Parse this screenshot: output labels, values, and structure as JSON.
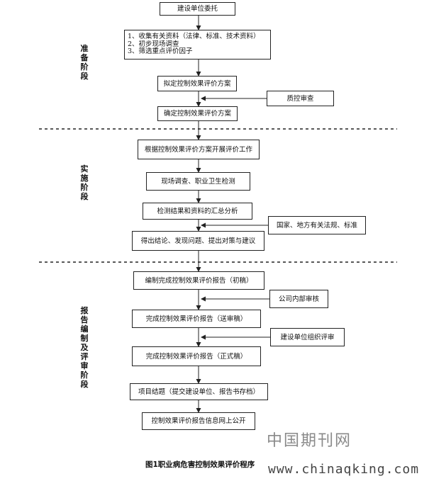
{
  "stages": {
    "prep": "准备阶段",
    "impl": "实施阶段",
    "report": "报告编制及评审阶段"
  },
  "boxes": {
    "entrust": "建设单位委托",
    "collect": [
      "1、收集有关资料（法律、标准、技术资料）",
      "2、初步现场调查",
      "3、筛选重点评价因子"
    ],
    "draft_plan": "拟定控制效果评价方案",
    "qc_review": "质控审查",
    "final_plan": "确定控制效果评价方案",
    "execute": "根据控制效果评价方案开展评价工作",
    "field_survey": "现场调查、职业卫生检测",
    "summary": "检测结果和资料的汇总分析",
    "regulations": "国家、地方有关法规、标准",
    "conclusion": "得出结论、发现问题、提出对策与建议",
    "draft_report": "编制完成控制效果评价报告（初稿）",
    "internal_review": "公司内部审核",
    "review_report": "完成控制效果评价报告（送审稿）",
    "org_review": "建设单位组织评审",
    "formal_report": "完成控制效果评价报告（正式稿）",
    "closure": "项目结题（提交建设单位、报告书存档）",
    "publish": "控制效果评价报告信息网上公开"
  },
  "caption": "图1职业病危害控制效果评价程序",
  "watermark": {
    "cn": "中国期刊网",
    "url": "www.chinaqking.com"
  }
}
